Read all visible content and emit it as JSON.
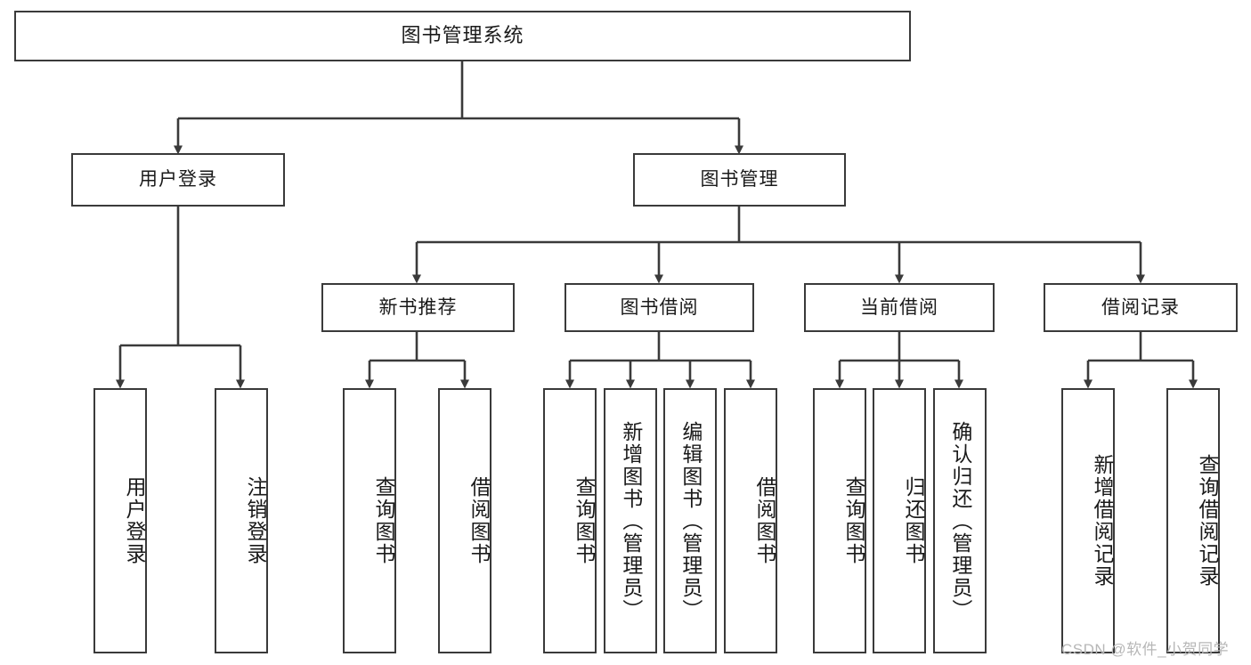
{
  "diagram": {
    "title_node": {
      "label": "图书管理系统"
    },
    "level2": [
      {
        "id": "user-login",
        "label": "用户登录"
      },
      {
        "id": "book-manage",
        "label": "图书管理"
      }
    ],
    "level3": [
      {
        "id": "new-book-rec",
        "label": "新书推荐"
      },
      {
        "id": "book-borrow",
        "label": "图书借阅"
      },
      {
        "id": "current-borrow",
        "label": "当前借阅"
      },
      {
        "id": "borrow-record",
        "label": "借阅记录"
      }
    ],
    "leaves": {
      "user_login": [
        {
          "id": "leaf-user-login",
          "label": "用户登录"
        },
        {
          "id": "leaf-logout-login",
          "label": "注销登录"
        }
      ],
      "new_book_rec": [
        {
          "id": "leaf-query-book-1",
          "label": "查询图书"
        },
        {
          "id": "leaf-borrow-book-1",
          "label": "借阅图书"
        }
      ],
      "book_borrow": [
        {
          "id": "leaf-query-book-2",
          "label": "查询图书"
        },
        {
          "id": "leaf-add-book",
          "label": "新增图书（管理员）"
        },
        {
          "id": "leaf-edit-book",
          "label": "编辑图书（管理员）"
        },
        {
          "id": "leaf-borrow-book-2",
          "label": "借阅图书"
        }
      ],
      "current_borrow": [
        {
          "id": "leaf-query-book-3",
          "label": "查询图书"
        },
        {
          "id": "leaf-return-book",
          "label": "归还图书"
        },
        {
          "id": "leaf-confirm-return",
          "label": "确认归还（管理员）"
        }
      ],
      "borrow_record": [
        {
          "id": "leaf-add-record",
          "label": "新增借阅记录"
        },
        {
          "id": "leaf-query-record",
          "label": "查询借阅记录"
        }
      ]
    },
    "watermark": {
      "text": "CSDN @软件_小贺同学"
    },
    "colors": {
      "stroke": "#3a3a3a",
      "fill": "#ffffff",
      "text": "#1a1a1a",
      "watermark": "#b7b7b7"
    }
  }
}
